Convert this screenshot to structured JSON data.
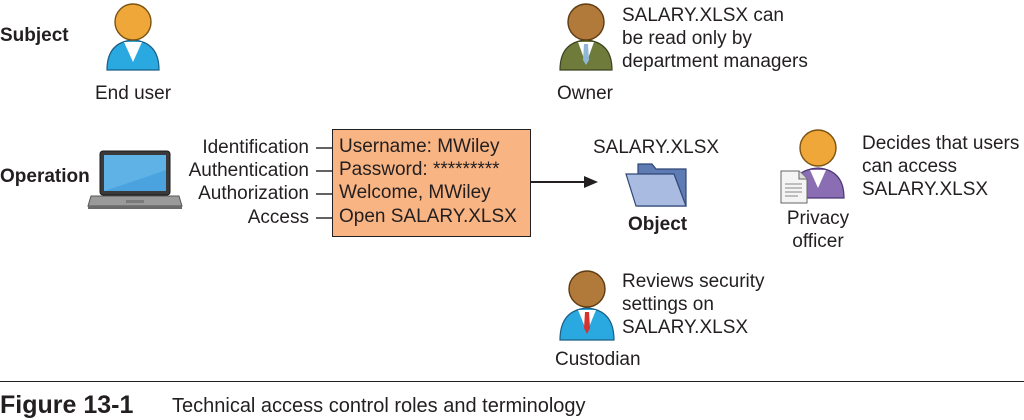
{
  "rows": {
    "subject": "Subject",
    "operation": "Operation"
  },
  "people": {
    "end_user": "End user",
    "owner": "Owner",
    "privacy_officer_line1": "Privacy",
    "privacy_officer_line2": "officer",
    "custodian": "Custodian"
  },
  "notes": {
    "owner": [
      "SALARY.XLSX can",
      "be read only by",
      "department managers"
    ],
    "privacy": [
      "Decides that users",
      "can access",
      "SALARY.XLSX"
    ],
    "custodian": [
      "Reviews security",
      "settings on",
      "SALARY.XLSX"
    ]
  },
  "steps": [
    "Identification",
    "Authentication",
    "Authorization",
    "Access"
  ],
  "credentials": [
    "Username: MWiley",
    "Password: *********",
    "Welcome, MWiley",
    "Open SALARY.XLSX"
  ],
  "object": {
    "file_name": "SALARY.XLSX",
    "label": "Object"
  },
  "figure": {
    "number": "Figure 13-1",
    "caption": "Technical access control roles and terminology"
  },
  "colors": {
    "face": "#f0a73a",
    "blue_shirt": "#29a9e0",
    "olive_shirt": "#6f7b3b",
    "purple_shirt": "#8a6db3",
    "credential_box": "#f8b483",
    "folder": "#8ea6d2",
    "tie_red": "#d6322f"
  },
  "icons": [
    "user-icon",
    "laptop-icon",
    "folder-icon",
    "document-icon"
  ]
}
